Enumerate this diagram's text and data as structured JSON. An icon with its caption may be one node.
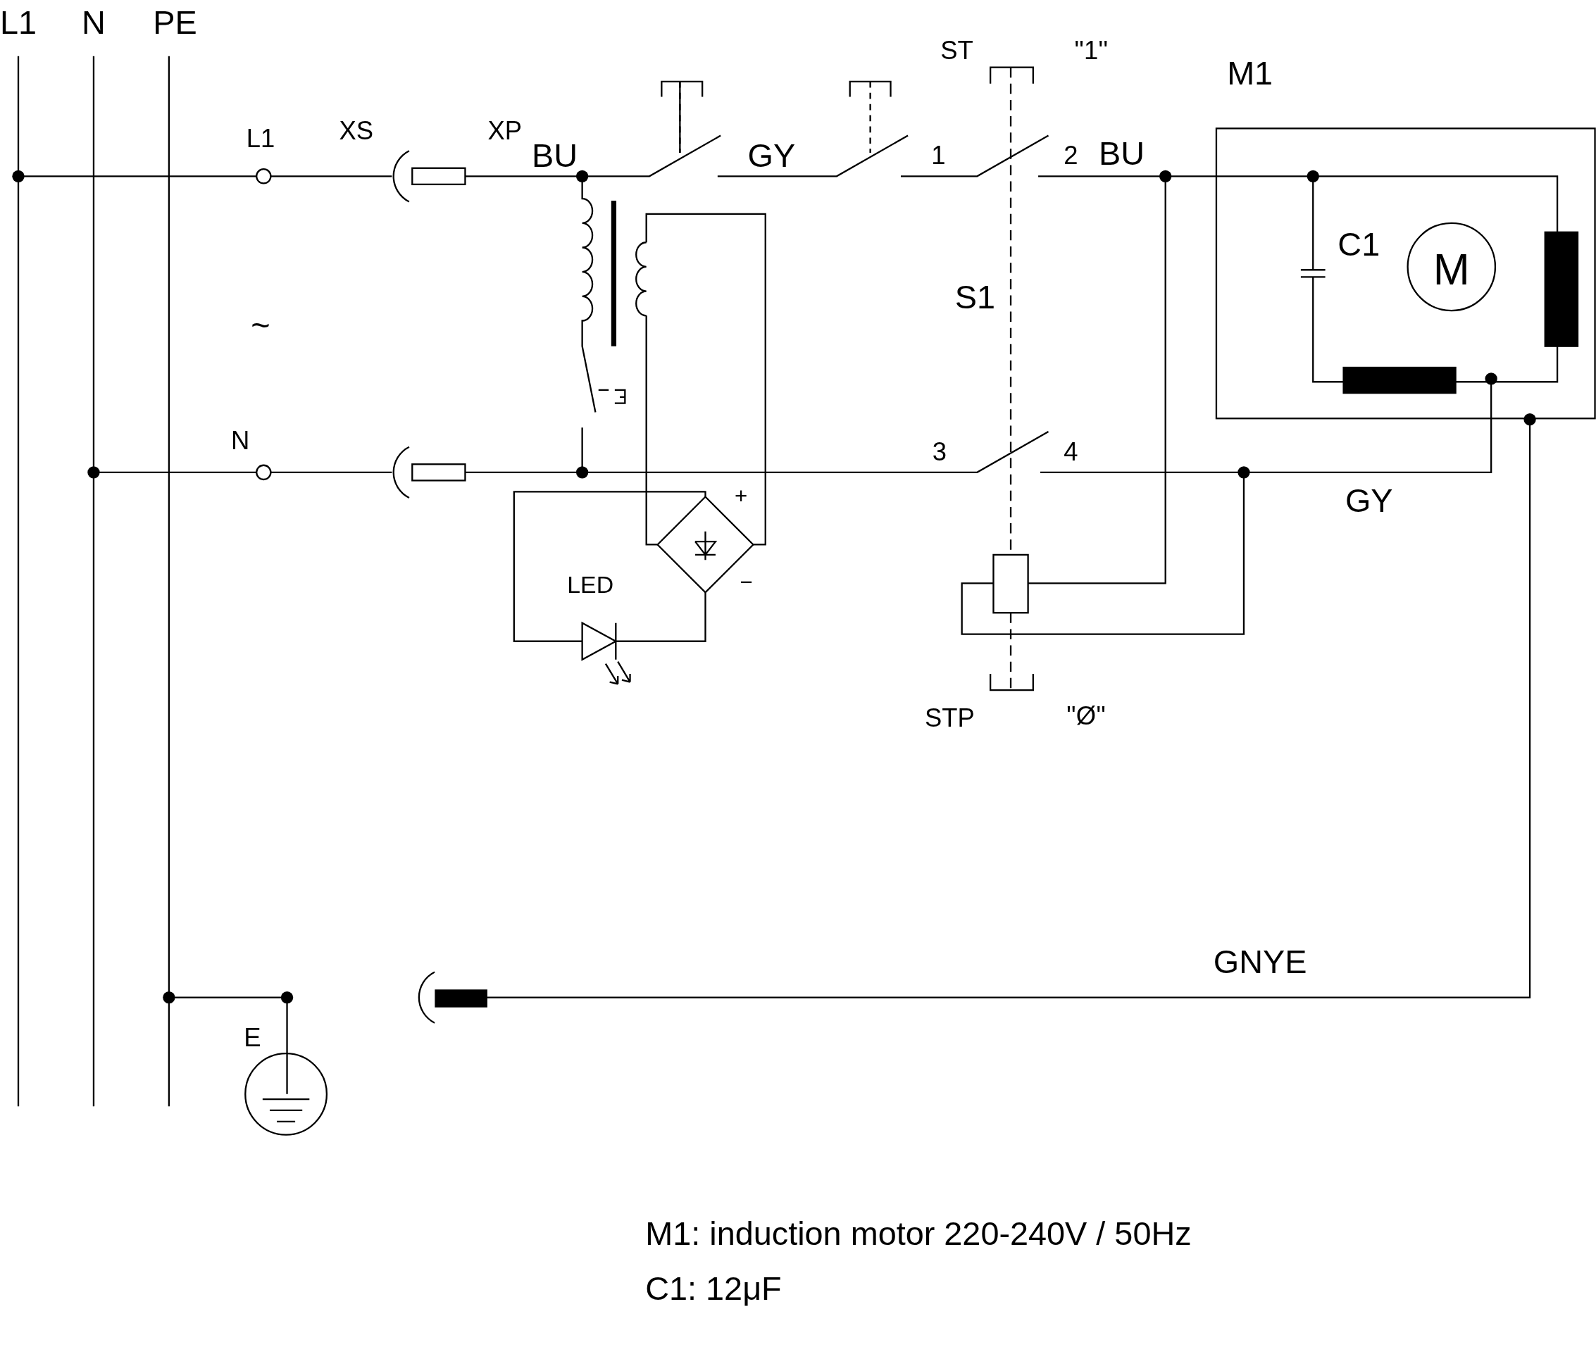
{
  "diagram": {
    "labels": [
      "L1",
      "N",
      "PE",
      "ST",
      "''1''",
      "M1",
      "L1",
      "XS",
      "XP",
      "BU",
      "GY",
      "1",
      "2",
      "BU",
      "C1",
      "M",
      "S1",
      "~",
      "N",
      "3",
      "4",
      "GY",
      "+",
      "LED",
      "−",
      "STP",
      "''Ø''",
      "GNYE",
      "E",
      "M1: induction motor 220-240V / 50Hz",
      "C1: 12μF"
    ]
  }
}
